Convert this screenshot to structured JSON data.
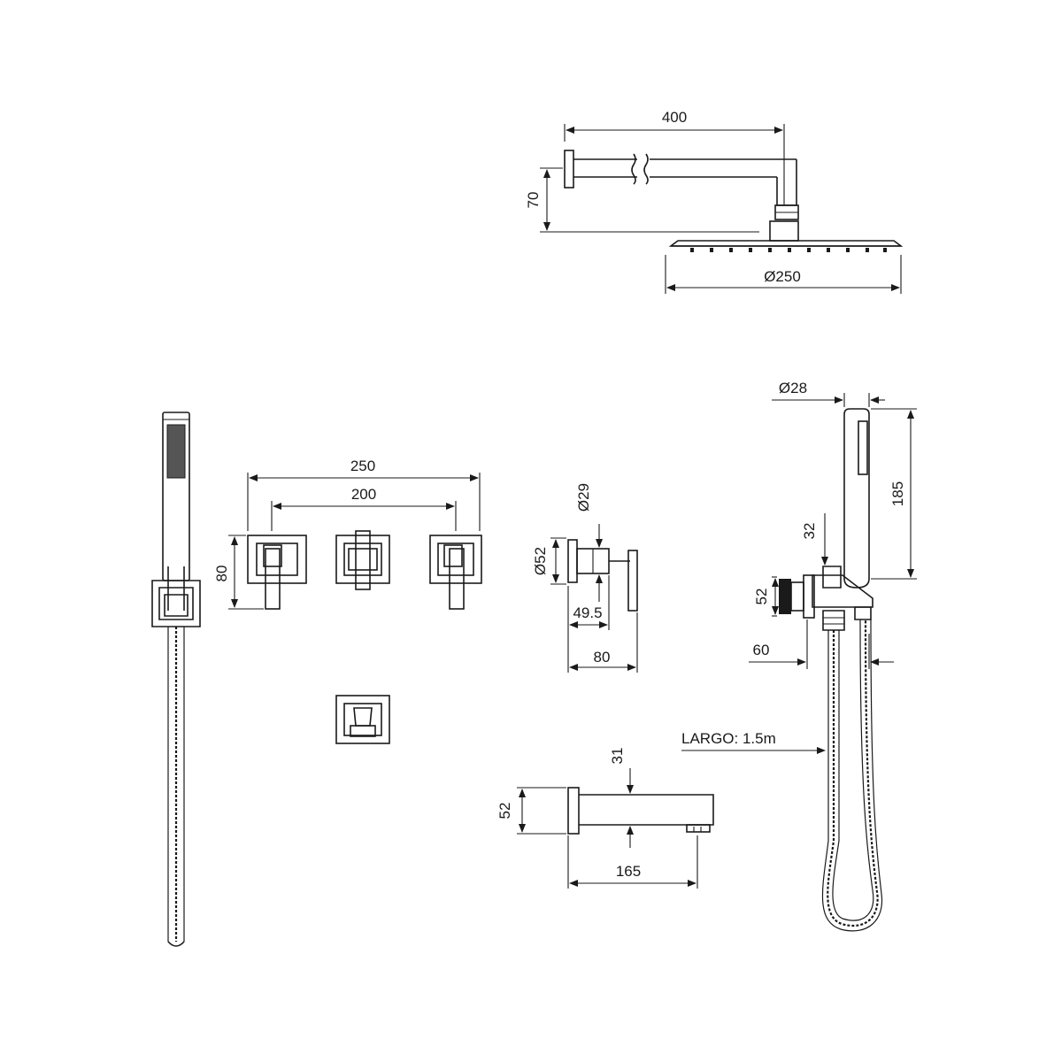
{
  "overhead_shower": {
    "arm_length": "400",
    "drop": "70",
    "head_diameter": "Ø250"
  },
  "valve_trims": {
    "outer_width": "250",
    "center_spacing": "200",
    "height": "80"
  },
  "wall_outlet": {
    "flange_diameter": "Ø52",
    "body_diameter": "Ø29",
    "depth": "49.5",
    "total_depth": "80"
  },
  "hand_shower_set": {
    "handle_diameter": "Ø28",
    "handle_length": "185",
    "holder_offset": "32",
    "elbow_height": "52",
    "projection": "60",
    "hose_length": "LARGO: 1.5m"
  },
  "bath_spout": {
    "height_offset": "31",
    "flange_height": "52",
    "length": "165"
  }
}
